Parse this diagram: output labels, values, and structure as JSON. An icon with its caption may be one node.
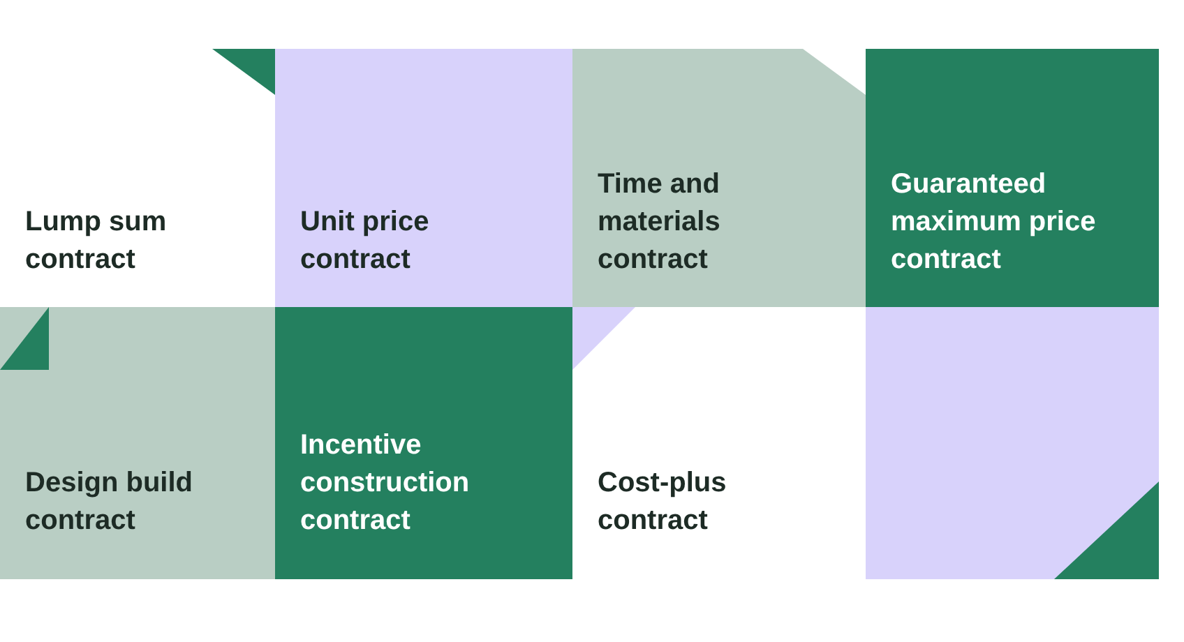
{
  "diagram": {
    "nodes": [
      {
        "text": [
          "Lump sum contract"
        ]
      },
      {
        "text": [
          "Unit price contract"
        ]
      },
      {
        "text": [
          "Time and materials contract"
        ]
      },
      {
        "text": [
          "Guaranteed maximum price contract"
        ]
      },
      {
        "text": [
          "Design build contract"
        ]
      },
      {
        "text": [
          "Incentive construction contract"
        ]
      },
      {
        "text": [
          "Cost-plus contract"
        ]
      },
      {
        "text": [],
        "shape": "box"
      }
    ]
  }
}
